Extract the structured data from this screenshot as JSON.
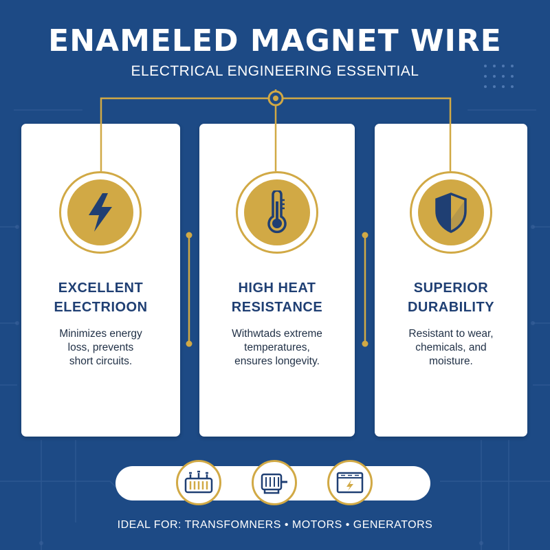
{
  "header": {
    "title": "ENAMELED MAGNET WIRE",
    "subtitle": "ELECTRICAL ENGINEERING ESSENTIAL"
  },
  "cards": [
    {
      "icon": "lightning-bolt-icon",
      "title_lines": [
        "EXCELLENT",
        "ELECTRIOON"
      ],
      "desc_lines": [
        "Minimizes energy",
        "loss, prevents",
        "short circuits."
      ]
    },
    {
      "icon": "thermometer-icon",
      "title_lines": [
        "HIGH HEAT",
        "RESISTANCE"
      ],
      "desc_lines": [
        "Withwtads extreme",
        "temperatures,",
        "ensures longevity."
      ]
    },
    {
      "icon": "shield-icon",
      "title_lines": [
        "SUPERIOR",
        "DURABILITY"
      ],
      "desc_lines": [
        "Resistant to wear,",
        "chemicals, and",
        "moisture."
      ]
    }
  ],
  "applications": {
    "icons": [
      "transformer-icon",
      "motor-icon",
      "generator-icon"
    ],
    "footer": "IDEAL FOR: TRANSFOMNERS • MOTORS • GENERATORS"
  },
  "colors": {
    "background": "#1d4a85",
    "accent_gold": "#d1a945",
    "card": "#ffffff",
    "heading_navy": "#1f3f73"
  }
}
